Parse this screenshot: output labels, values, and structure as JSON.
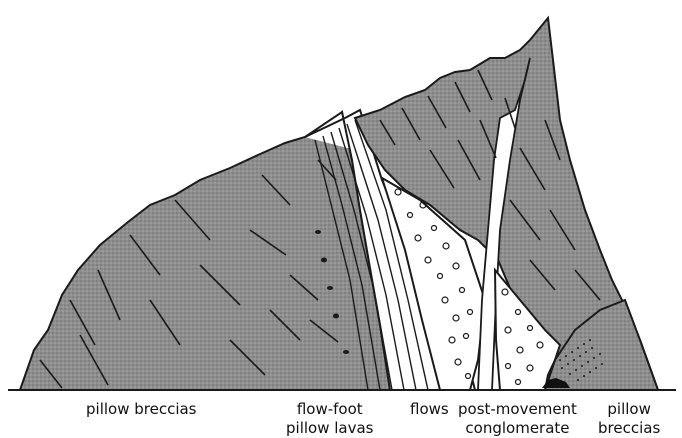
{
  "labels": {
    "pillow_breccias_left": "pillow breccias",
    "flow_foot_line1": "flow-foot",
    "flow_foot_line2": "pillow lavas",
    "flows": "flows",
    "post_movement_line1": "post-movement",
    "post_movement_line2": "conglomerate",
    "pillow_breccias_right_line1": "pillow",
    "pillow_breccias_right_line2": "breccias"
  },
  "colors": {
    "breccia_fill": "#8e8e8e",
    "outline": "#1a1a1a",
    "background": "#ffffff"
  }
}
